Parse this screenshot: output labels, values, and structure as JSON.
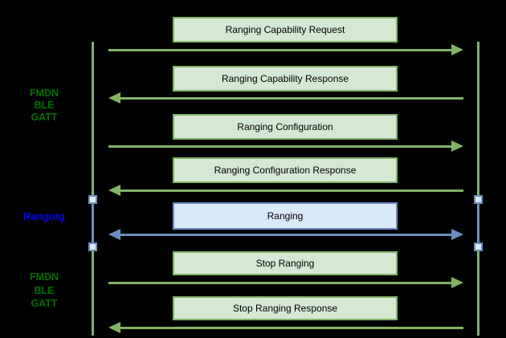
{
  "colors": {
    "background": "#000000",
    "green_fill": "#d5e8d4",
    "green_stroke": "#82b366",
    "blue_fill": "#dae8fc",
    "blue_stroke": "#6c8ebf",
    "label_green": "#007000",
    "label_blue": "#0000ee",
    "message_text": "#000000"
  },
  "side_labels": [
    {
      "id": "fmdn-ble-gatt-top",
      "lines": [
        "FMDN",
        "BLE",
        "GATT"
      ],
      "color": "green"
    },
    {
      "id": "ranging-phase",
      "lines": [
        "Ranging"
      ],
      "color": "blue"
    },
    {
      "id": "fmdn-ble-gatt-bottom",
      "lines": [
        "FMDN",
        "BLE",
        "GATT"
      ],
      "color": "green"
    }
  ],
  "messages": [
    {
      "label": "Ranging Capability Request",
      "direction": "right",
      "style": "green"
    },
    {
      "label": "Ranging Capability Response",
      "direction": "left",
      "style": "green"
    },
    {
      "label": "Ranging Configuration",
      "direction": "right",
      "style": "green"
    },
    {
      "label": "Ranging Configuration Response",
      "direction": "left",
      "style": "green"
    },
    {
      "label": "Ranging",
      "direction": "both",
      "style": "blue"
    },
    {
      "label": "Stop Ranging",
      "direction": "right",
      "style": "green"
    },
    {
      "label": "Stop Ranging Response",
      "direction": "left",
      "style": "green"
    }
  ]
}
